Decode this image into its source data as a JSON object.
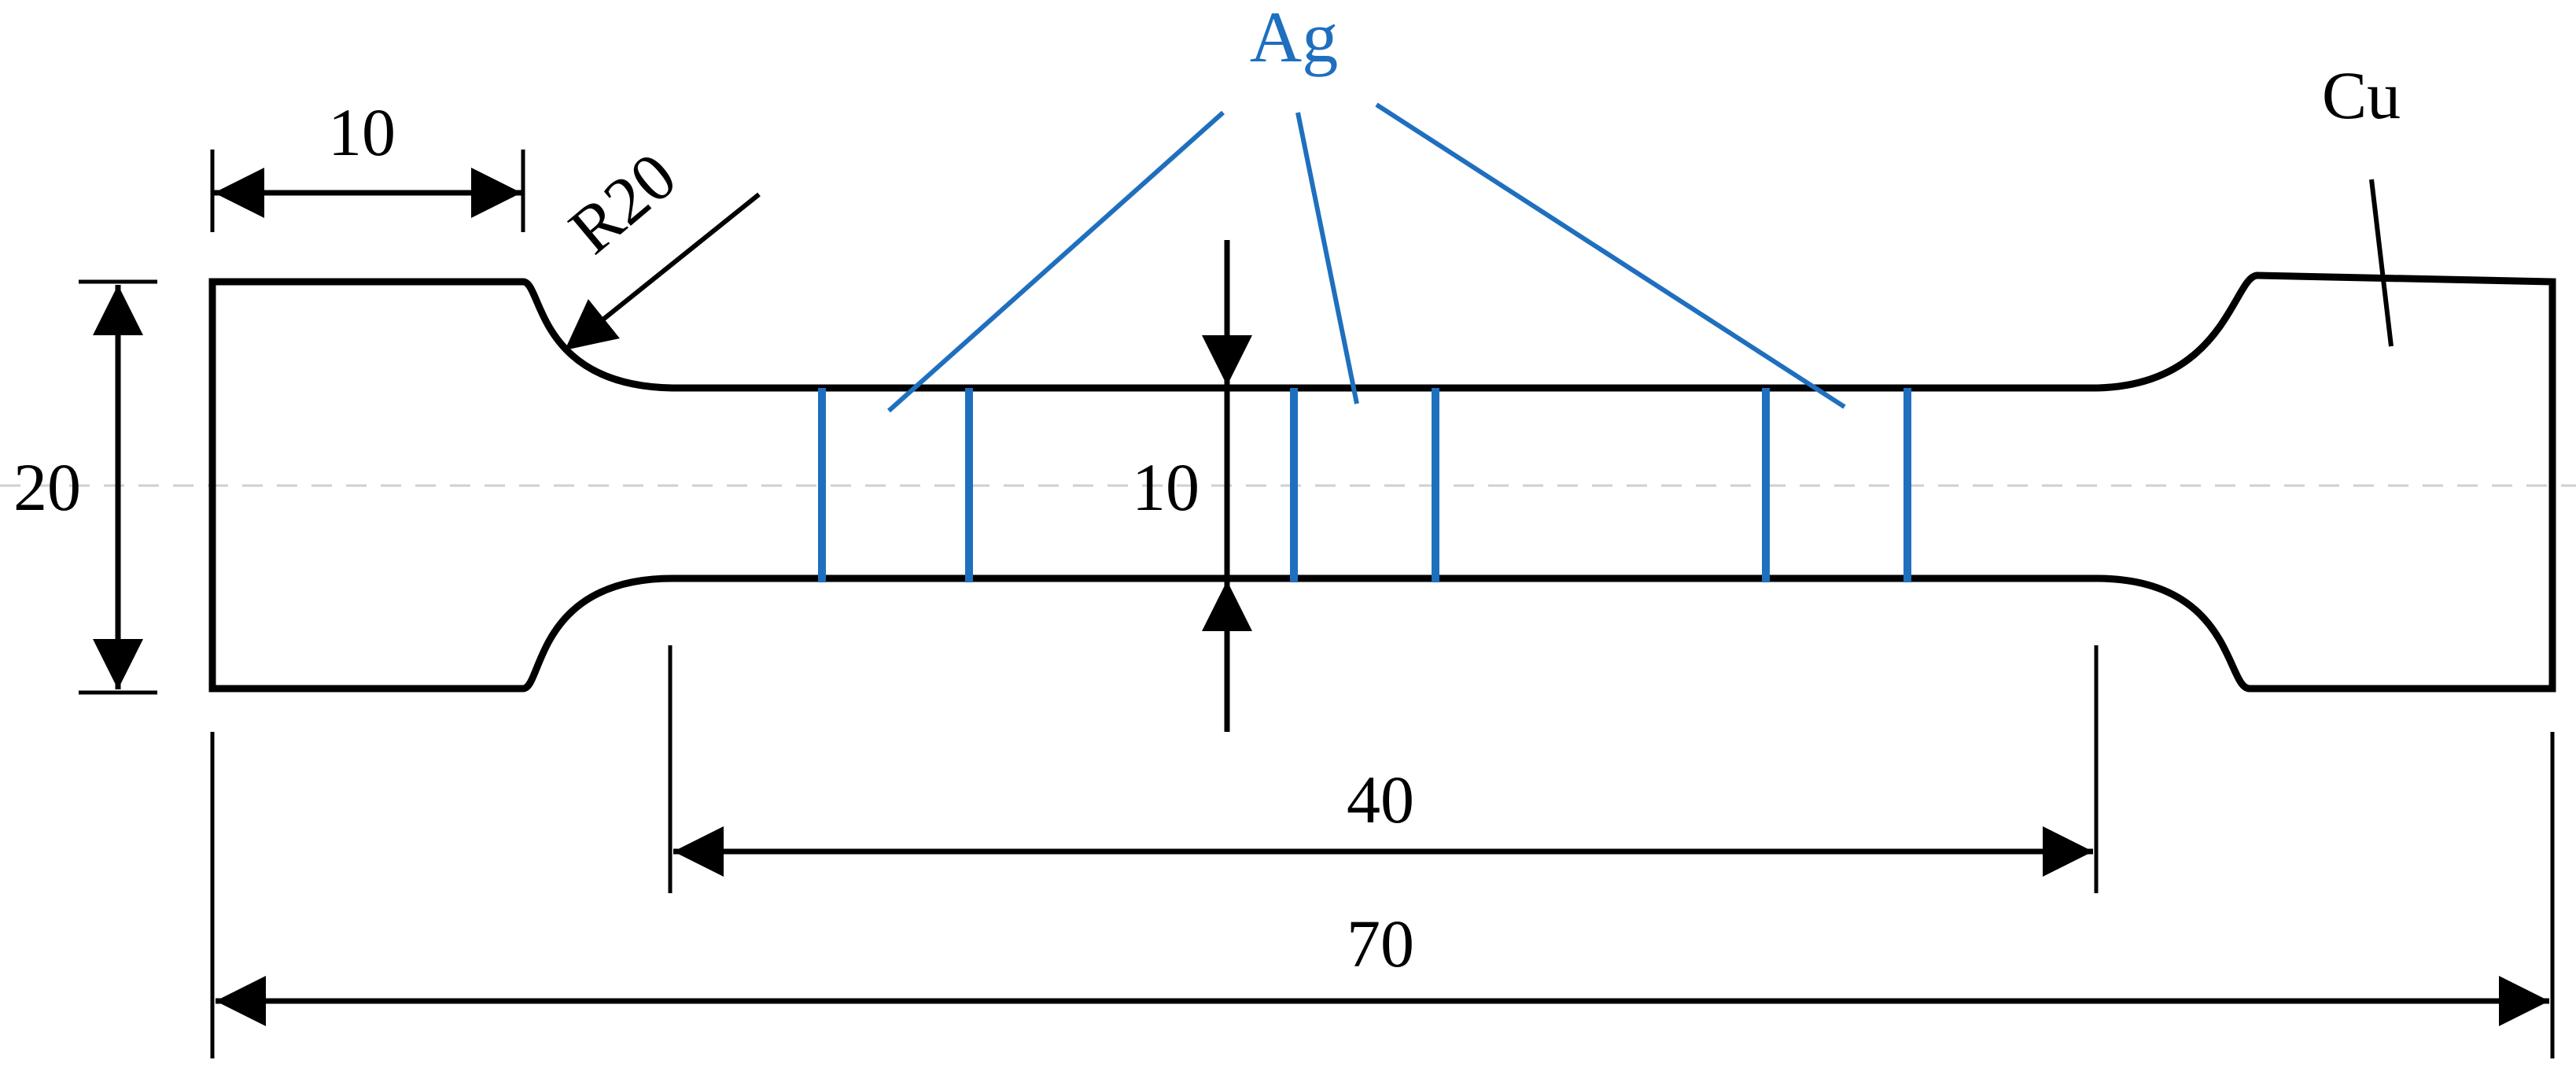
{
  "colors": {
    "outline": "#000000",
    "silver": "#1f6fbf",
    "centerline": "#cfcfcf",
    "background": "#ffffff"
  },
  "labels": {
    "silver_label": "Ag",
    "copper_label": "Cu",
    "radius_label": "R20",
    "grip_length": "10",
    "grip_width": "20",
    "gauge_width": "10",
    "gauge_length": "40",
    "total_length": "70"
  }
}
